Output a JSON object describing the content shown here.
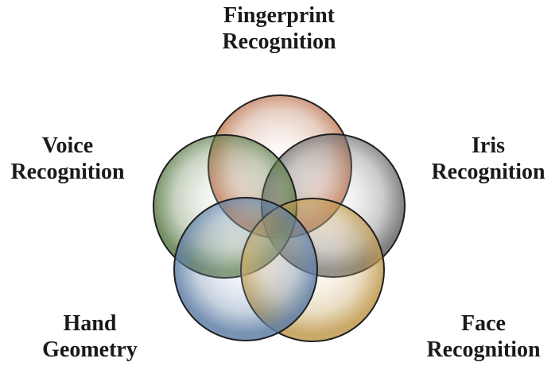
{
  "labels": {
    "fingerprint": {
      "line1": "Fingerprint",
      "line2": "Recognition"
    },
    "voice": {
      "line1": "Voice",
      "line2": "Recognition"
    },
    "iris": {
      "line1": "Iris",
      "line2": "Recognition"
    },
    "hand": {
      "line1": "Hand",
      "line2": "Geometry"
    },
    "face": {
      "line1": "Face",
      "line2": "Recognition"
    }
  },
  "circles": {
    "fingerprint": {
      "color": "#b8704a"
    },
    "voice": {
      "color": "#5e7d4a"
    },
    "iris": {
      "color": "#6a6a6a"
    },
    "hand": {
      "color": "#5f7fa6"
    },
    "face": {
      "color": "#c19a4e"
    }
  }
}
